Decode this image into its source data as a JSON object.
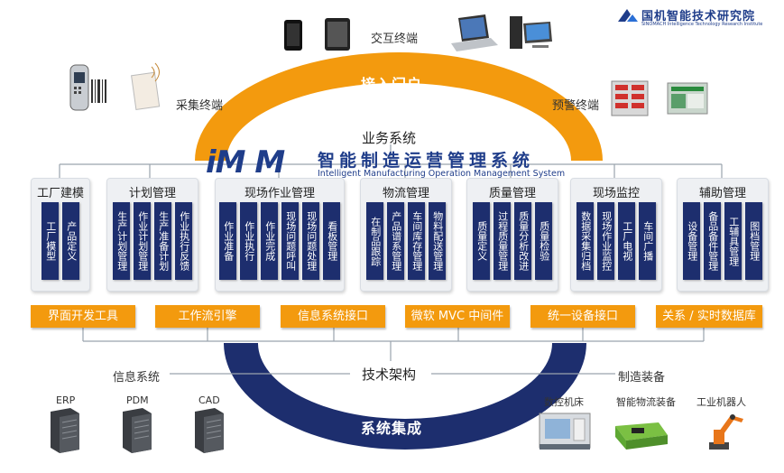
{
  "brand": {
    "name_cn": "国机智能技术研究院",
    "name_en": "SINOMACH Intelligence Technology Research Institute"
  },
  "top_terminals": {
    "interactive": "交互终端",
    "collection": "采集终端",
    "warning": "预警终端"
  },
  "arc_top_label": "接入门户",
  "business_system_label": "业务系统",
  "product": {
    "logo": "iM M",
    "name_cn": "智能制造运营管理系统",
    "name_en": "Intelligent Manufacturing Operation Management System"
  },
  "modules": [
    {
      "title": "工厂建模",
      "subs": [
        "工厂模型",
        "产品定义"
      ]
    },
    {
      "title": "计划管理",
      "subs": [
        "生产计划管理",
        "作业计划管理",
        "生产准备计划",
        "作业执行反馈"
      ]
    },
    {
      "title": "现场作业管理",
      "subs": [
        "作业准备",
        "作业执行",
        "作业完成",
        "现场问题呼叫",
        "现场问题处理",
        "看板管理"
      ]
    },
    {
      "title": "物流管理",
      "subs": [
        "在制品跟踪",
        "产品谱系管理",
        "车间库存管理",
        "物料配送管理"
      ]
    },
    {
      "title": "质量管理",
      "subs": [
        "质量定义",
        "过程质量管理",
        "质量分析改进",
        "质量检验"
      ]
    },
    {
      "title": "现场监控",
      "subs": [
        "数据采集归档",
        "现场作业监控",
        "工厂电视",
        "车间广播"
      ]
    },
    {
      "title": "辅助管理",
      "subs": [
        "设备管理",
        "备品备件管理",
        "工辅具管理",
        "图档管理"
      ]
    }
  ],
  "tools": [
    "界面开发工具",
    "工作流引擎",
    "信息系统接口",
    "微软 MVC 中间件",
    "统一设备接口",
    "关系 / 实时数据库"
  ],
  "tech_arch_label": "技术架构",
  "arc_bottom_label": "系统集成",
  "info_systems": {
    "label": "信息系统",
    "items": [
      "ERP",
      "PDM",
      "CAD"
    ]
  },
  "manufacturing": {
    "label": "制造装备",
    "items": [
      "数控机床",
      "智能物流装备",
      "工业机器人"
    ]
  },
  "colors": {
    "orange": "#f39a0e",
    "navy": "#1d2e6e",
    "blue_text": "#1f3d8a"
  }
}
